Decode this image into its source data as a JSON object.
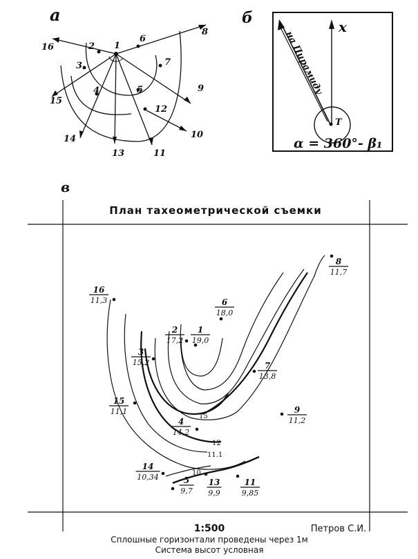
{
  "panel_a": {
    "letter": "а",
    "stations": [
      "1",
      "2",
      "3",
      "4",
      "5",
      "6",
      "7",
      "8",
      "9",
      "10",
      "11",
      "12",
      "13",
      "14",
      "15",
      "16"
    ]
  },
  "panel_b": {
    "letter": "б",
    "direction_label": "на Пирамиду",
    "station": "T",
    "axis": "x",
    "formula": "α = 360°- β₁"
  },
  "panel_v": {
    "letter": "в",
    "title": "План тахеометрической съемки",
    "points": [
      {
        "n": "8",
        "h": "11,7"
      },
      {
        "n": "16",
        "h": "11,3"
      },
      {
        "n": "6",
        "h": "18,0"
      },
      {
        "n": "2",
        "h": "17,2"
      },
      {
        "n": "1",
        "h": "19,0"
      },
      {
        "n": "3",
        "h": "15,2"
      },
      {
        "n": "7",
        "h": "13,8"
      },
      {
        "n": "15",
        "h": "11,1"
      },
      {
        "n": "9",
        "h": "11,2"
      },
      {
        "n": "4",
        "h": "14,2"
      },
      {
        "n": "14",
        "h": "10,34"
      },
      {
        "n": "5",
        "h": "9,7"
      },
      {
        "n": "13",
        "h": "9,9"
      },
      {
        "n": "11",
        "h": "9,85"
      }
    ],
    "contour_labels": [
      "15",
      "12",
      "11.1",
      "10"
    ],
    "scale": "1:500",
    "author": "Петров С.И.",
    "note1": "Сплошные горизонтали проведены через 1м",
    "note2": "Система высот условная"
  }
}
